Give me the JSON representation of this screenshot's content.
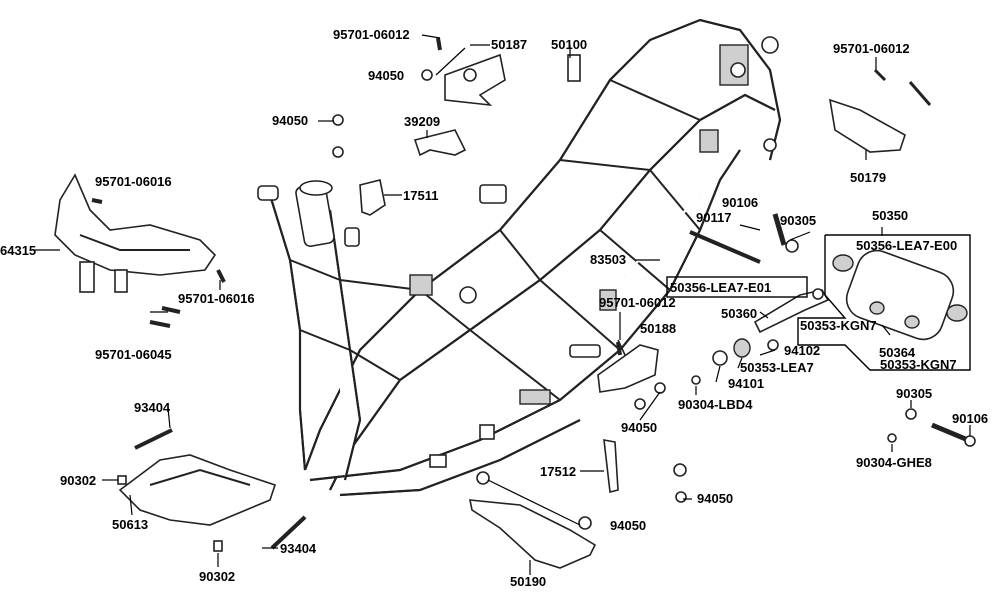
{
  "labels": {
    "l_95701_06012_top": "95701-06012",
    "l_94050_top": "94050",
    "l_50187": "50187",
    "l_50100": "50100",
    "l_95701_06012_right": "95701-06012",
    "l_94050_left": "94050",
    "l_39209": "39209",
    "l_50179": "50179",
    "l_95701_06016_top": "95701-06016",
    "l_17511": "17511",
    "l_64315": "64315",
    "l_90106_top": "90106",
    "l_90117": "90117",
    "l_90305_top": "90305",
    "l_50350": "50350",
    "l_50356_lea7_e00": "50356-LEA7-E00",
    "l_83503": "83503",
    "l_50356_lea7_e01": "50356-LEA7-E01",
    "l_95701_06016_mid": "95701-06016",
    "l_95701_06012_mid": "95701-06012",
    "l_50360": "50360",
    "l_50353_kgn7_left": "50353-KGN7",
    "l_50188": "50188",
    "l_50364": "50364",
    "l_94102": "94102",
    "l_50353_kgn7_right": "50353-KGN7",
    "l_95701_06045": "95701-06045",
    "l_50353_lea7": "50353-LEA7",
    "l_94101": "94101",
    "l_90304_lbd4": "90304-LBD4",
    "l_93404_top": "93404",
    "l_94050_mid": "94050",
    "l_90305_bottom": "90305",
    "l_90106_bottom": "90106",
    "l_90304_ghe8": "90304-GHE8",
    "l_90302_top": "90302",
    "l_17512": "17512",
    "l_94050_right": "94050",
    "l_50613": "50613",
    "l_94050_bottom": "94050",
    "l_93404_bottom": "93404",
    "l_90302_bottom": "90302",
    "l_50190": "50190"
  }
}
